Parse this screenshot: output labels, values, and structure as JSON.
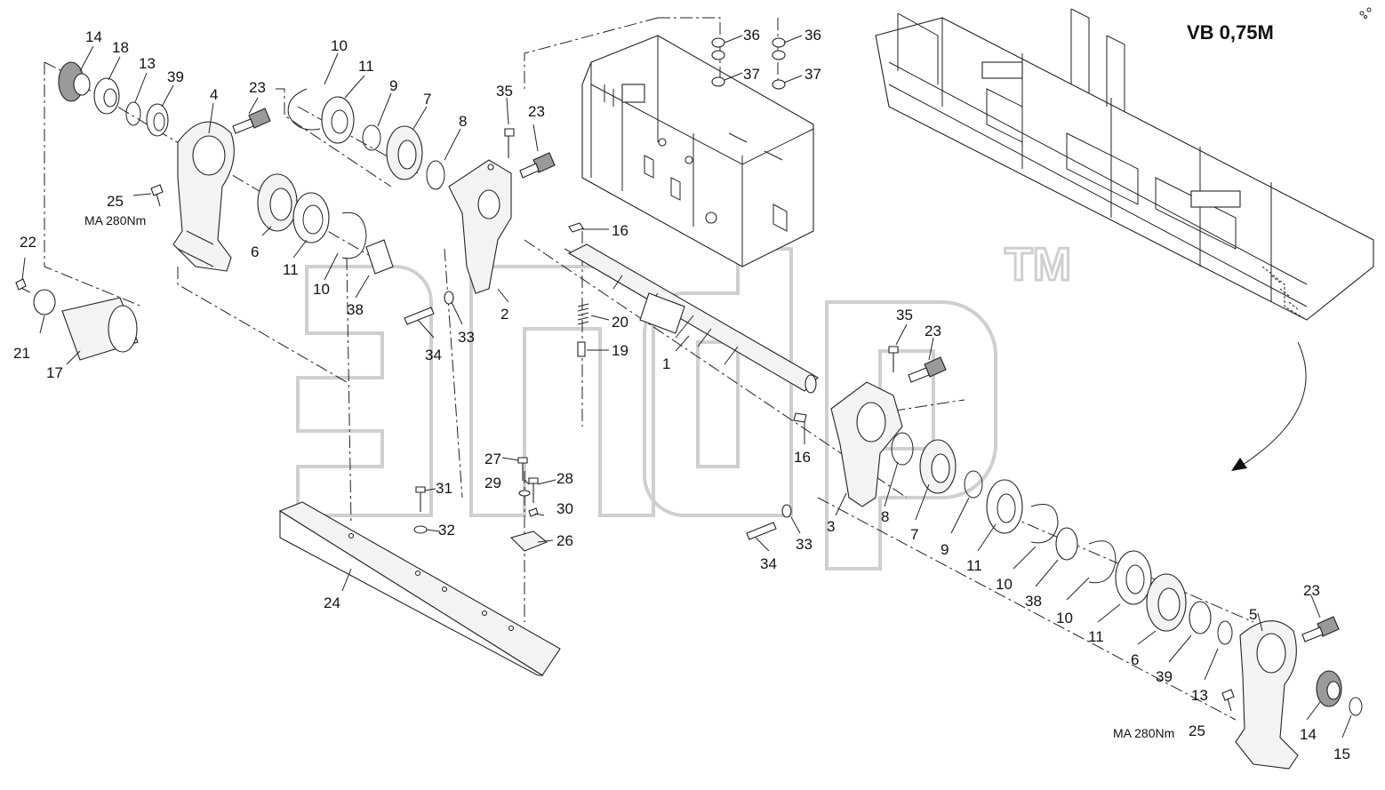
{
  "model_label": "VB 0,75M",
  "watermark_tm": "TM",
  "torque_label": "MA 280Nm",
  "callouts": {
    "p1": "1",
    "p2": "2",
    "p3": "3",
    "p4": "4",
    "p5": "5",
    "p6a": "6",
    "p6b": "6",
    "p7a": "7",
    "p7b": "7",
    "p8a": "8",
    "p8b": "8",
    "p9a": "9",
    "p9b": "9",
    "p10a": "10",
    "p10b": "10",
    "p10c": "10",
    "p10d": "10",
    "p11a": "11",
    "p11b": "11",
    "p11c": "11",
    "p11d": "11",
    "p13a": "13",
    "p13b": "13",
    "p14a": "14",
    "p14b": "14",
    "p15": "15",
    "p16a": "16",
    "p16b": "16",
    "p17": "17",
    "p18": "18",
    "p19": "19",
    "p20": "20",
    "p21": "21",
    "p22": "22",
    "p23a": "23",
    "p23b": "23",
    "p23c": "23",
    "p23d": "23",
    "p24": "24",
    "p25a": "25",
    "p25b": "25",
    "p26": "26",
    "p27": "27",
    "p28": "28",
    "p29": "29",
    "p30": "30",
    "p31": "31",
    "p32": "32",
    "p33a": "33",
    "p33b": "33",
    "p34a": "34",
    "p34b": "34",
    "p35a": "35",
    "p35b": "35",
    "p36a": "36",
    "p36b": "36",
    "p37a": "37",
    "p37b": "37",
    "p38a": "38",
    "p38b": "38",
    "p39a": "39",
    "p39b": "39"
  }
}
